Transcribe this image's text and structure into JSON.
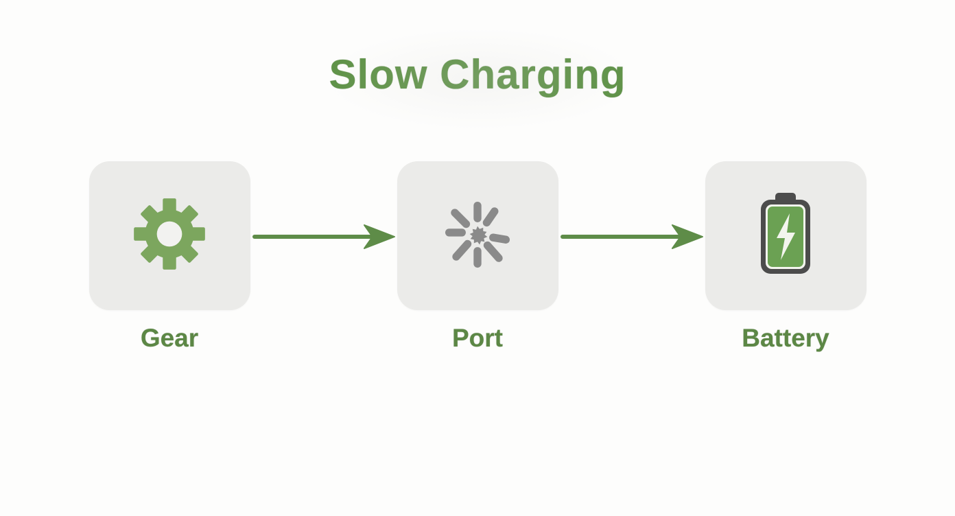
{
  "title": "Slow Charging",
  "nodes": [
    {
      "id": "gear",
      "label": "Gear",
      "icon": "gear-icon"
    },
    {
      "id": "port",
      "label": "Port",
      "icon": "spinner-icon"
    },
    {
      "id": "battery",
      "label": "Battery",
      "icon": "battery-charging-icon"
    }
  ],
  "connectors": [
    {
      "from": "gear",
      "to": "port",
      "type": "arrow-right"
    },
    {
      "from": "port",
      "to": "battery",
      "type": "arrow-right"
    }
  ],
  "colors": {
    "background": "#fdfdfc",
    "card_bg": "#ebebe9",
    "title_green": "#5f9248",
    "label_green": "#5c8745",
    "icon_green": "#7ca65e",
    "icon_hole": "#f2f2f0",
    "arrow_green": "#5e8c48",
    "spinner_gray": "#8a8a8a",
    "battery_dark": "#4c4c4c",
    "battery_green": "#6ba153",
    "bolt_white": "#f3f5ee"
  }
}
